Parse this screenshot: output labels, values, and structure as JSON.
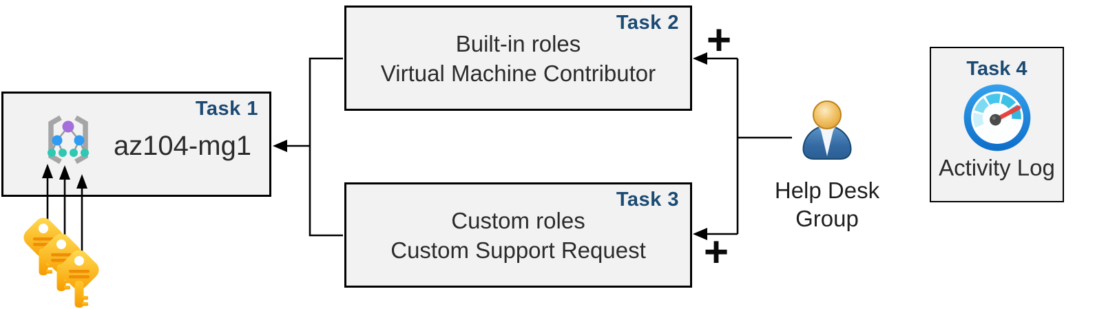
{
  "diagram": {
    "tasks": [
      {
        "badge": "Task 1",
        "title": "az104-mg1",
        "icon": "management-group-icon"
      },
      {
        "badge": "Task 2",
        "line1": "Built-in roles",
        "line2": "Virtual Machine Contributor"
      },
      {
        "badge": "Task 3",
        "line1": "Custom roles",
        "line2": "Custom Support Request"
      },
      {
        "badge": "Task 4",
        "title": "Activity Log",
        "icon": "gauge-icon"
      }
    ],
    "actor": {
      "label": "Help Desk Group",
      "icon": "user-icon"
    },
    "annotations": {
      "task2_plus": "+",
      "task3_plus": "+"
    },
    "icons": [
      "management-group-icon",
      "key-icon",
      "user-icon",
      "gauge-icon"
    ],
    "colors": {
      "badge_navy": "#1B4A73",
      "box_fill": "#F2F2F2",
      "box_border": "#000000",
      "body_text": "#2B2B2B",
      "key_gold": "#F9A602",
      "person_blue": "#346AA2",
      "person_head_orange": "#E29F35",
      "gauge_ring_blue": "#1583DC",
      "gauge_segment_teal": "#3CC0E6",
      "needle_red": "#E8433E",
      "mg_purple": "#A46EDB",
      "mg_blue": "#2D9CF2",
      "mg_teal": "#2EC8B3"
    }
  }
}
